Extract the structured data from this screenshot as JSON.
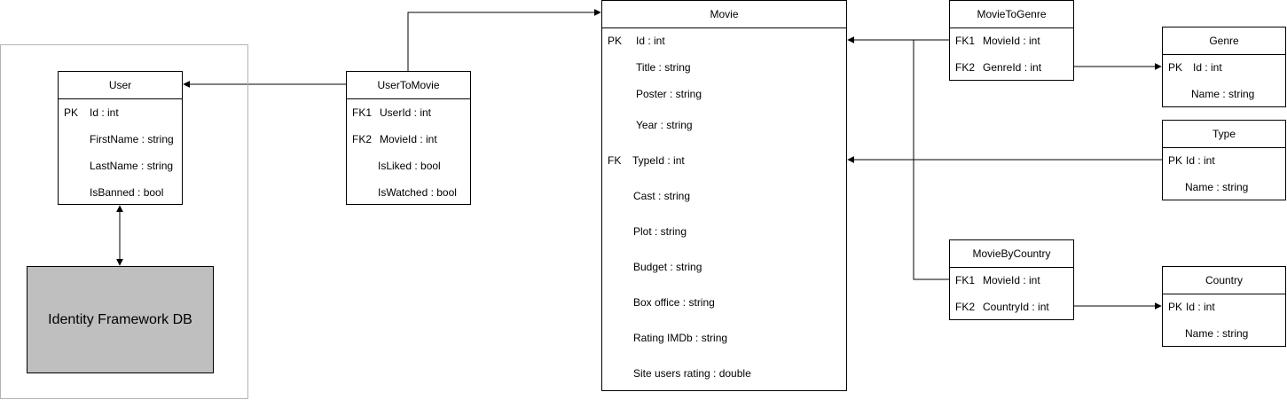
{
  "identity_db": {
    "label": "Identity Framework DB"
  },
  "entities": {
    "user": {
      "title": "User",
      "rows": [
        {
          "key": "PK",
          "field": "Id : int"
        },
        {
          "key": "",
          "field": "FirstName : string"
        },
        {
          "key": "",
          "field": "LastName : string"
        },
        {
          "key": "",
          "field": "IsBanned : bool"
        }
      ]
    },
    "usertomovie": {
      "title": "UserToMovie",
      "rows": [
        {
          "key": "FK1",
          "field": "UserId : int"
        },
        {
          "key": "FK2",
          "field": "MovieId : int"
        },
        {
          "key": "",
          "field": "IsLiked : bool"
        },
        {
          "key": "",
          "field": "IsWatched : bool"
        }
      ]
    },
    "movie": {
      "title": "Movie",
      "rows": [
        {
          "key": "PK",
          "field": "Id : int"
        },
        {
          "key": "",
          "field": "Title : string"
        },
        {
          "key": "",
          "field": "Poster : string"
        },
        {
          "key": "",
          "field": "Year : string"
        },
        {
          "key": "FK",
          "field": "TypeId : int"
        },
        {
          "key": "",
          "field": "Cast : string"
        },
        {
          "key": "",
          "field": "Plot : string"
        },
        {
          "key": "",
          "field": "Budget : string"
        },
        {
          "key": "",
          "field": "Box office : string"
        },
        {
          "key": "",
          "field": "Rating IMDb : string"
        },
        {
          "key": "",
          "field": "Site users rating : double"
        }
      ]
    },
    "movietogenre": {
      "title": "MovieToGenre",
      "rows": [
        {
          "key": "FK1",
          "field": "MovieId : int"
        },
        {
          "key": "FK2",
          "field": "GenreId : int"
        }
      ]
    },
    "genre": {
      "title": "Genre",
      "rows": [
        {
          "key": "PK",
          "field": "Id : int"
        },
        {
          "key": "",
          "field": "Name : string"
        }
      ]
    },
    "type": {
      "title": "Type",
      "rows": [
        {
          "key": "PK",
          "field": "Id : int"
        },
        {
          "key": "",
          "field": "Name : string"
        }
      ]
    },
    "moviebycountry": {
      "title": "MovieByCountry",
      "rows": [
        {
          "key": "FK1",
          "field": "MovieId : int"
        },
        {
          "key": "FK2",
          "field": "CountryId : int"
        }
      ]
    },
    "country": {
      "title": "Country",
      "rows": [
        {
          "key": "PK",
          "field": "Id : int"
        },
        {
          "key": "",
          "field": "Name : string"
        }
      ]
    }
  }
}
